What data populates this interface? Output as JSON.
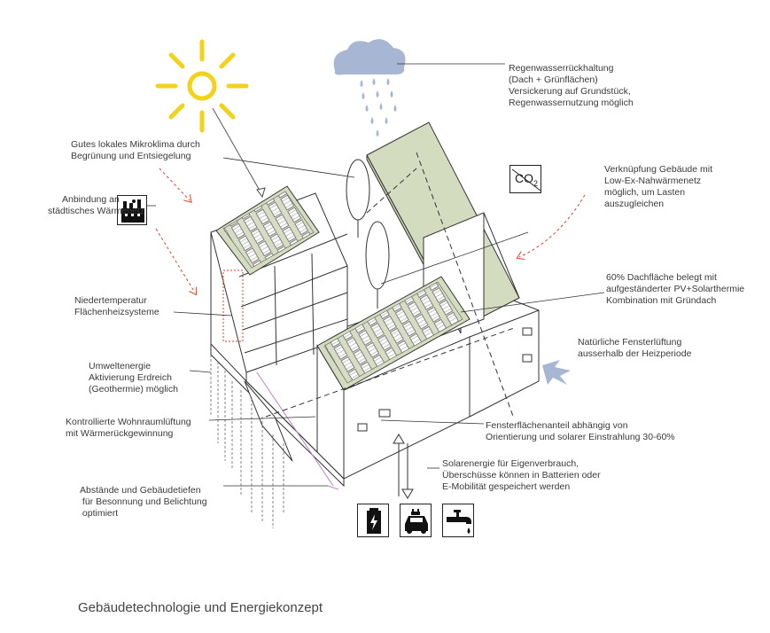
{
  "caption": "Gebäudetechnologie und Energiekonzept",
  "labels": {
    "rainwater": [
      "Regenwasserrückhaltung",
      "(Dach + Grünflächen)",
      "Versickerung auf Grundstück,",
      "Regenwassernutzung möglich"
    ],
    "microclimate": [
      "Gutes lokales Mikroklima durch",
      "Begrünung und Entsiegelung"
    ],
    "district_heating": [
      "Anbindung an",
      "städtisches Wärmenetz"
    ],
    "low_ex_grid": [
      "Verknüpfung Gebäude mit",
      "Low-Ex-Nahwärmenetz",
      "möglich, um Lasten",
      "auszugleichen"
    ],
    "floor_heating": [
      "Niedertemperatur",
      "Flächenheizsysteme"
    ],
    "roof_pv": [
      "60% Dachfläche belegt mit",
      "aufgeständerter PV+Solarthermie",
      "Kombination mit Gründach"
    ],
    "natural_ventilation": [
      "Natürliche Fensterlüftung",
      "ausserhalb der Heizperiode"
    ],
    "geothermal": [
      "Umweltenergie",
      "Aktivierung Erdreich",
      "(Geothermie) möglich"
    ],
    "controlled_ventilation": [
      "Kontrollierte Wohnraumlüftung",
      "mit Wärmerückgewinnung"
    ],
    "window_ratio": [
      "Fensterflächenanteil abhängig von",
      "Orientierung und solarer Einstrahlung 30-60%"
    ],
    "solar_energy": [
      "Solarenergie für Eigenverbrauch,",
      "Überschüsse können in Batterien oder",
      "E-Mobilität gespeichert werden"
    ],
    "distances": [
      "Abstände und Gebäudetiefen",
      " für Besonnung und Belichtung",
      " optimiert"
    ]
  },
  "co2_label": "CO",
  "co2_sub": "2",
  "icons": [
    "sun-icon",
    "rain-cloud-icon",
    "factory-icon",
    "co2-icon",
    "battery-icon",
    "electric-car-icon",
    "water-tap-icon",
    "wind-icon"
  ],
  "colors": {
    "sun": "#f2d21a",
    "cloud": "#a7b6d3",
    "green_roof": "#d4dcc0",
    "pv_frame": "#c9d2ae",
    "heat_red": "#d9432b",
    "text": "#3a3a3a",
    "purple_line": "#c080c8"
  }
}
